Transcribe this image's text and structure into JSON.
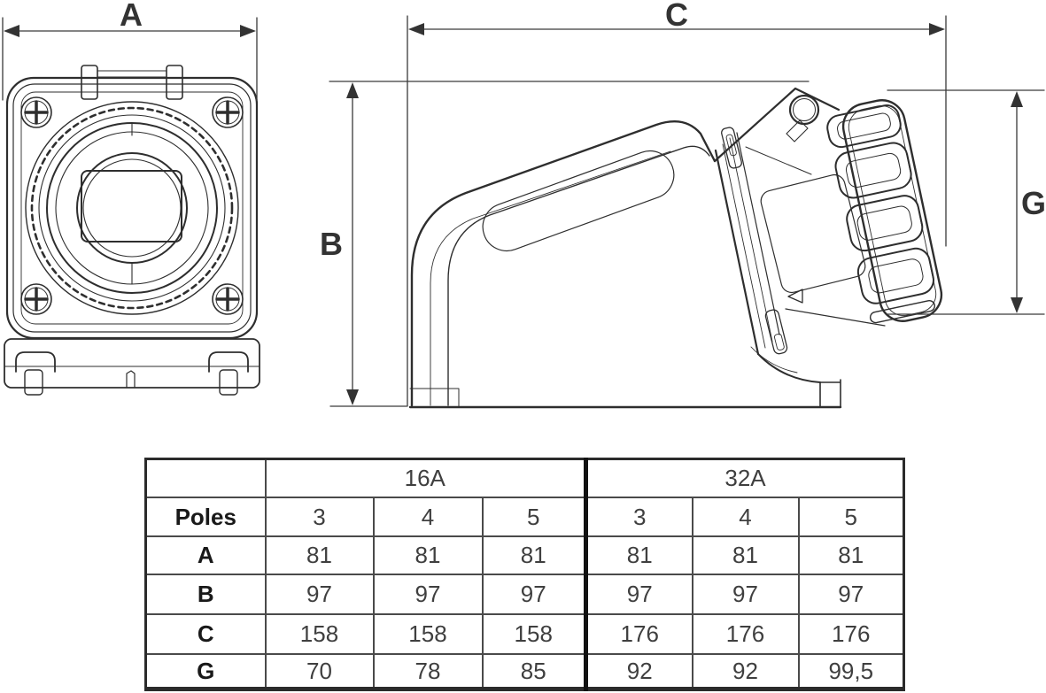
{
  "drawing": {
    "dimension_labels": {
      "a": "A",
      "b": "B",
      "c": "C",
      "g": "G"
    }
  },
  "table": {
    "groups": [
      {
        "label": "16A"
      },
      {
        "label": "32A"
      }
    ],
    "poles_row": {
      "label": "Poles",
      "cols": [
        "3",
        "4",
        "5",
        "3",
        "4",
        "5"
      ]
    },
    "rows": [
      {
        "label": "A",
        "values": [
          "81",
          "81",
          "81",
          "81",
          "81",
          "81"
        ]
      },
      {
        "label": "B",
        "values": [
          "97",
          "97",
          "97",
          "97",
          "97",
          "97"
        ]
      },
      {
        "label": "C",
        "values": [
          "158",
          "158",
          "158",
          "176",
          "176",
          "176"
        ]
      },
      {
        "label": "G",
        "values": [
          "70",
          "78",
          "85",
          "92",
          "92",
          "99,5"
        ]
      }
    ]
  },
  "colors": {
    "line": "#2e2e2e",
    "dimension": "#333333",
    "table_border": "#2b2b2b",
    "divider": "#111111",
    "background": "#ffffff"
  }
}
